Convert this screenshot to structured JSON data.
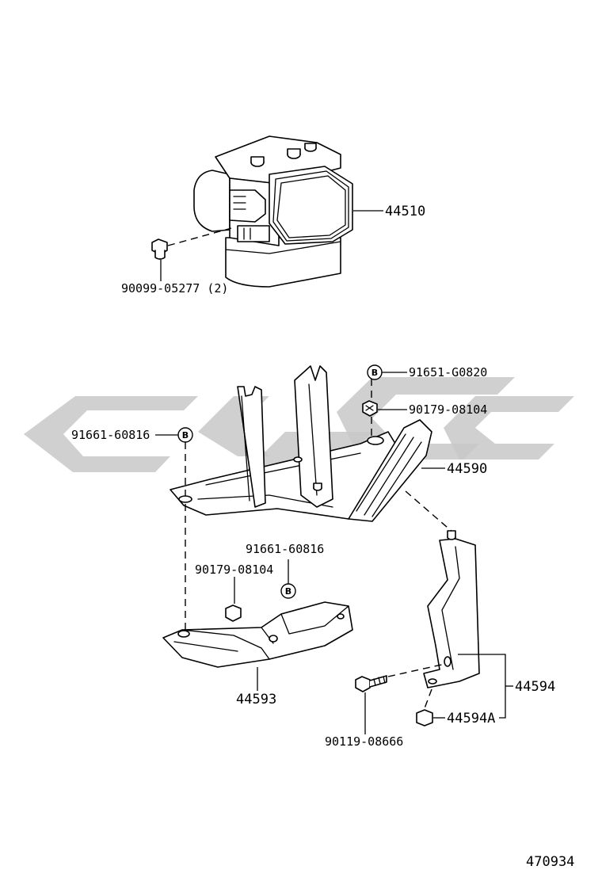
{
  "parts": {
    "p44510": "44510",
    "p90099": "90099-05277 (2)",
    "p91651": "91651-G0820",
    "p90179_top": "90179-08104",
    "p91661_left": "91661-60816",
    "p44590": "44590",
    "p91661_mid": "91661-60816",
    "p90179_mid": "90179-08104",
    "p44593": "44593",
    "p44594": "44594",
    "p44594A": "44594A",
    "p90119": "90119-08666"
  },
  "markers": {
    "b_label": "B"
  },
  "diagram_number": "470934",
  "colors": {
    "line": "#000000",
    "watermark": "#c8c8c8",
    "background": "#ffffff"
  }
}
